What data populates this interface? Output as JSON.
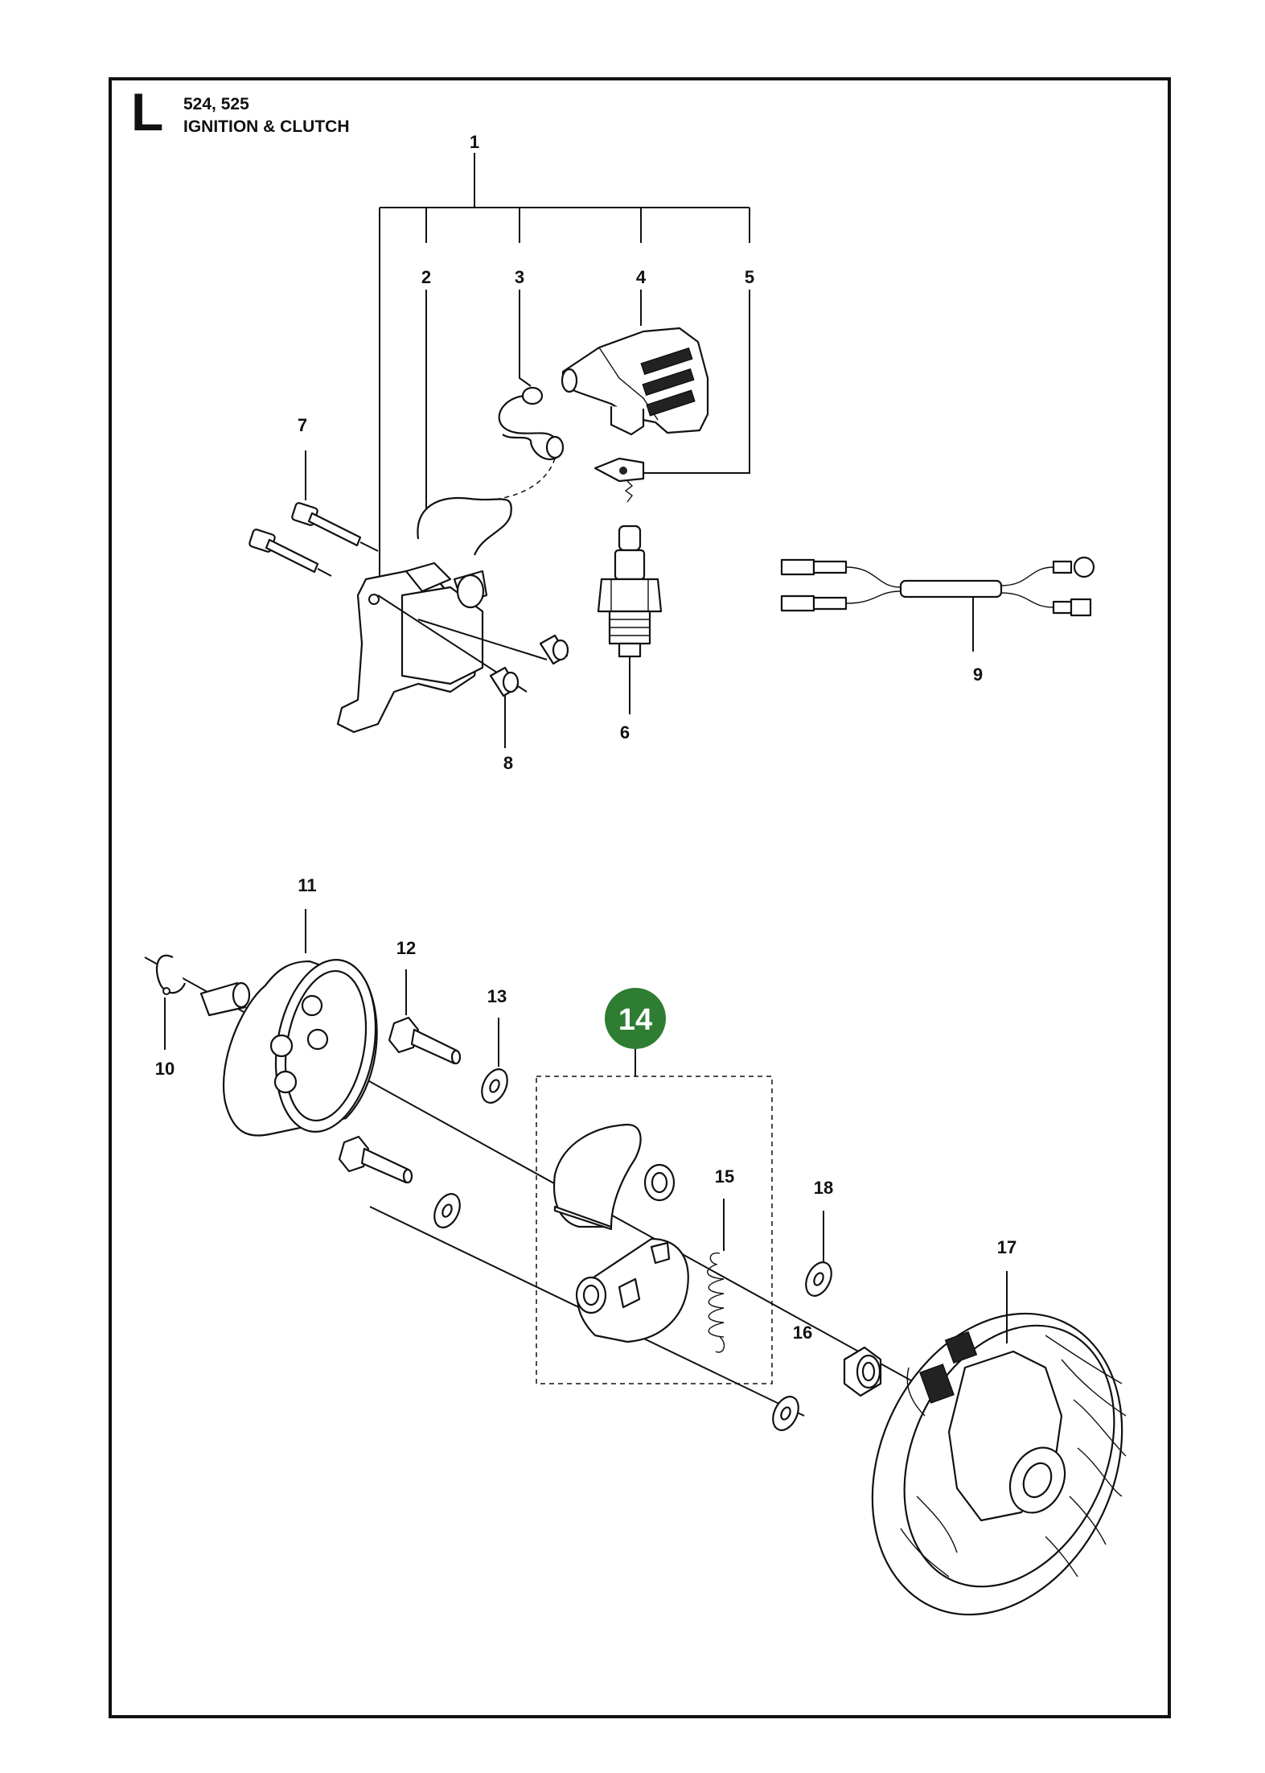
{
  "header": {
    "section_letter": "L",
    "models": "524, 525",
    "title": "IGNITION & CLUTCH"
  },
  "labels": {
    "p1": "1",
    "p2": "2",
    "p3": "3",
    "p4": "4",
    "p5": "5",
    "p6": "6",
    "p7": "7",
    "p8": "8",
    "p9": "9",
    "p10": "10",
    "p11": "11",
    "p12": "12",
    "p13": "13",
    "p14": "14",
    "p15": "15",
    "p16": "16",
    "p17": "17",
    "p18": "18"
  },
  "colors": {
    "highlight_badge": "#2e7d32",
    "line": "#111111"
  },
  "highlighted_part": "14"
}
